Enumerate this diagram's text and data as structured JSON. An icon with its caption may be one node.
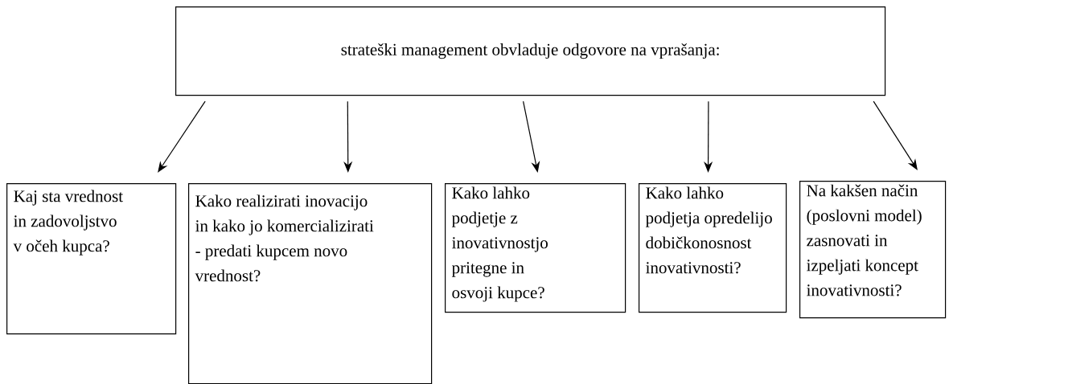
{
  "diagram": {
    "nodes": [
      {
        "text": [
          "strateški management obvladuje odgovore na vprašanja:"
        ]
      },
      {
        "text": [
          "Kaj sta vrednost in zadovoljstvo v očeh kupca?"
        ]
      },
      {
        "text": [
          "Kako realizirati inovacijo in kako jo komercializirati - predati kupcem novo vrednost?"
        ]
      },
      {
        "text": [
          "Kako lahko podjetje z inovativnostjo pritegne in osvoji kupce?"
        ]
      },
      {
        "text": [
          "Kako lahko podjetja opredelijo dobičkonosnost inovativnosti?"
        ]
      },
      {
        "text": [
          "Na kakšen način (poslovni model) zasnovati in izpeljati koncept inovativnosti?"
        ]
      }
    ],
    "edges": [
      {
        "from": 0,
        "to": 1,
        "arrow": "to"
      },
      {
        "from": 0,
        "to": 2,
        "arrow": "to"
      },
      {
        "from": 0,
        "to": 3,
        "arrow": "to"
      },
      {
        "from": 0,
        "to": 4,
        "arrow": "to"
      },
      {
        "from": 0,
        "to": 5,
        "arrow": "to"
      }
    ]
  }
}
